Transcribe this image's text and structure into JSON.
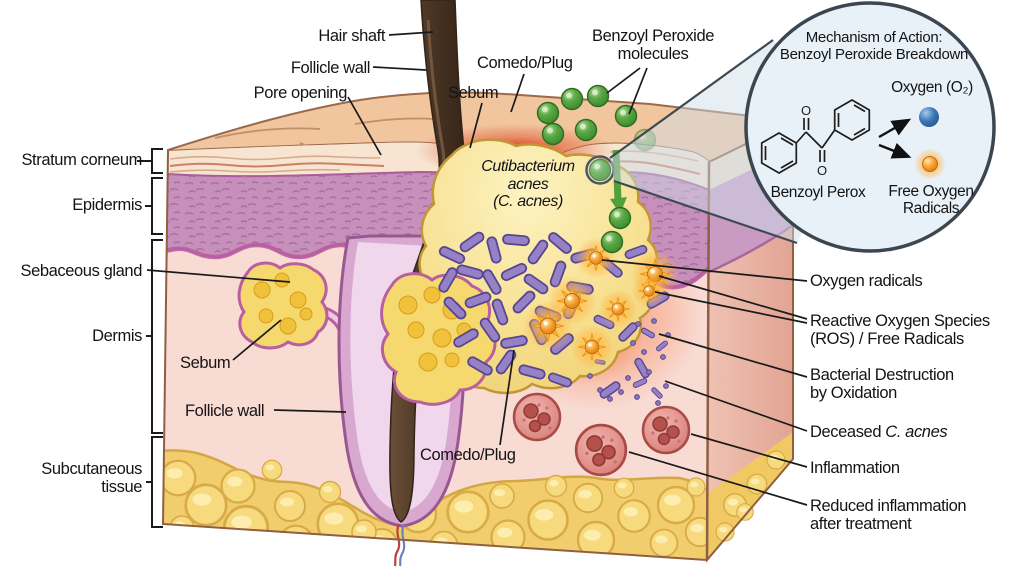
{
  "figure": {
    "left_labels": {
      "stratum_corneum": "Stratum corneum",
      "epidermis": "Epidermis",
      "sebaceous_gland": "Sebaceous gland",
      "dermis": "Dermis",
      "subcutaneous_tissue": "Subcutaneous\ntissue"
    },
    "top_labels": {
      "hair_shaft": "Hair shaft",
      "follicle_wall": "Follicle wall",
      "pore_opening": "Pore opening",
      "sebum": "Sebum",
      "comedo_plug": "Comedo/Plug",
      "benzoyl_peroxide_molecules": "Benzoyl Peroxide\nmolecules"
    },
    "mid_labels": {
      "cutibacterium": "Cutibacterium\nacnes\n(C. acnes)",
      "sebum": "Sebum",
      "follicle_wall": "Follicle wall",
      "comedo_plug": "Comedo/Plug"
    },
    "right_labels": {
      "oxygen_radicals": "Oxygen radicals",
      "reactive_oxygen_species": "Reactive Oxygen Species\n(ROS) / Free Radicals",
      "bacterial_destruction": "Bacterial Destruction\nby Oxidation",
      "deceased_prefix": "Deceased ",
      "deceased_species": "C. acnes",
      "inflammation": "Inflammation",
      "reduced_inflammation": "Reduced inflammation\nafter treatment"
    },
    "inset": {
      "title": "Mechanism of Action:\nBenzoyl Peroxide Breakdown",
      "oxygen": "Oxygen (O₂)",
      "benzoyl": "Benzoyl Perox",
      "free_oxygen": "Free Oxygen\nRadicals",
      "oxygen_atom": "O"
    },
    "colors": {
      "benzoyl_peroxide_green": "#5aa744",
      "oxygen_blue": "#3c77b5",
      "free_radical_orange": "#ee8a1f",
      "bacteria_purple": "#9681c6",
      "inflammation_red": "#d97a78",
      "skin_surface_tan": "#f1c59e",
      "epidermis_purple": "#c78fbb",
      "dermis_pink": "#f8dbd3",
      "fat_yellow": "#f2cd6e",
      "hair_brown": "#4e3827",
      "inset_background": "#e9f1f8",
      "outline_dark": "#1a1a1a"
    }
  }
}
